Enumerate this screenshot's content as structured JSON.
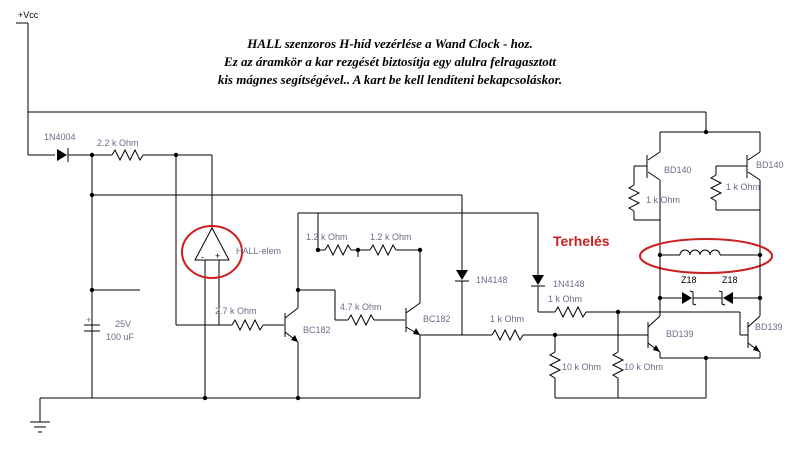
{
  "title": {
    "line1": "HALL szenzoros H-híd vezérlése a Wand Clock - hoz.",
    "line2": "Ez az áramkör a kar rezgését biztosítja egy alulra felragasztott",
    "line3": "kis mágnes segítségével.. A kart be kell lendíteni bekapcsoláskor."
  },
  "labels": {
    "vcc": "+Vcc",
    "diode_in": "1N4004",
    "r_22k": "2.2 k Ohm",
    "hall": "HALL-elem",
    "hall_minus": "-",
    "hall_plus": "+",
    "r_12k_a": "1.2 k Ohm",
    "r_12k_b": "1.2 k Ohm",
    "d_1n4148_a": "1N4148",
    "d_1n4148_b": "1N4148",
    "r_27k": "2.7 k Ohm",
    "r_47k": "4.7 k Ohm",
    "r_1k_mid": "1 k Ohm",
    "r_1k_right": "1 k Ohm",
    "bc182_a": "BC182",
    "bc182_b": "BC182",
    "cap_v": "25V",
    "cap_c": "100 uF",
    "cap_plus": "+",
    "r_10k_a": "10 k Ohm",
    "r_10k_b": "10 k Ohm",
    "bd140_l": "BD140",
    "bd140_r": "BD140",
    "r_1k_tl": "1 k Ohm",
    "r_1k_tr": "1 k Ohm",
    "z18_l": "Z18",
    "z18_r": "Z18",
    "bd139_l": "BD139",
    "bd139_r": "BD139",
    "load": "Terhelés"
  },
  "colors": {
    "wire": "#000000",
    "label": "#6c6c88",
    "highlight": "#cc1f1f"
  }
}
